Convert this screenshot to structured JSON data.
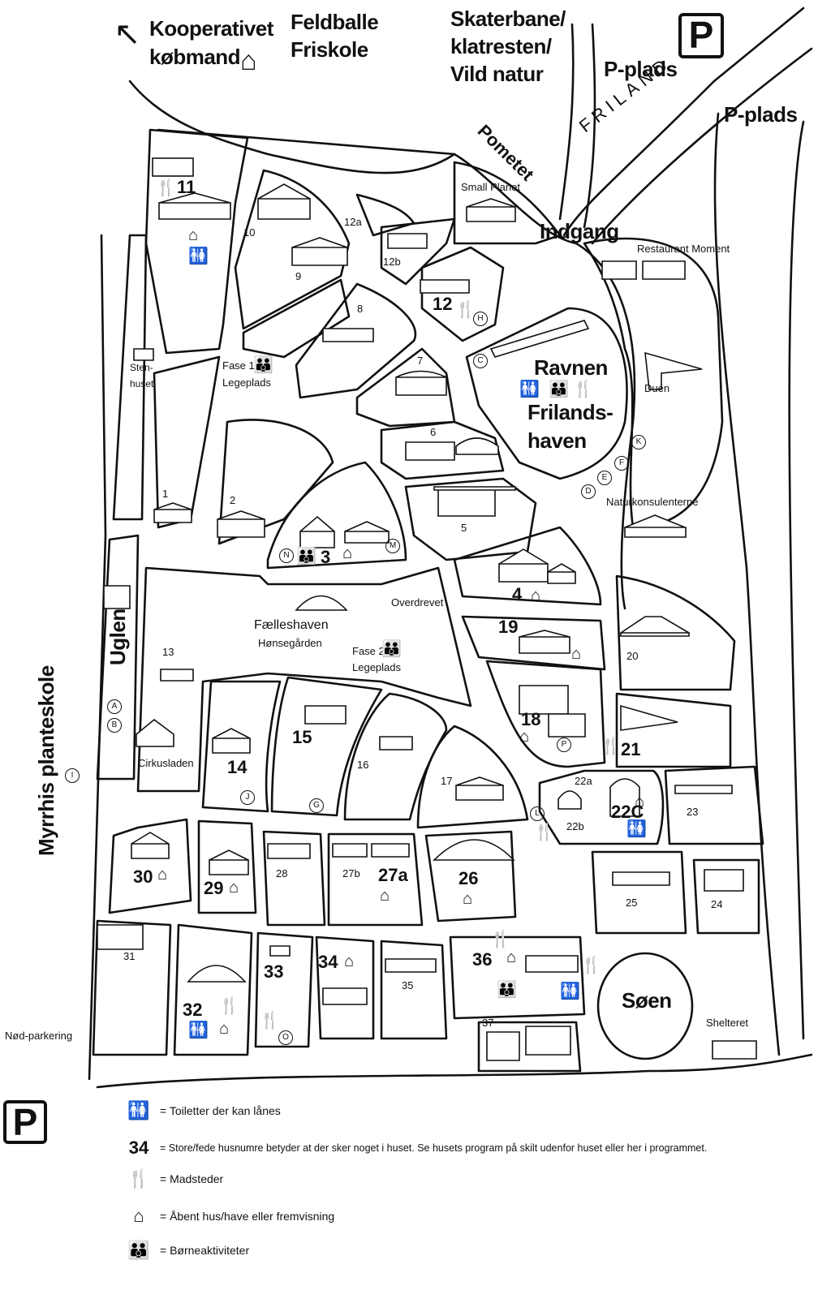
{
  "top_labels": {
    "kooperativet": "Kooperativet",
    "kobmand": "købmand",
    "feldballe": "Feldballe",
    "friskole": "Friskole",
    "skaterbane": "Skaterbane/",
    "klatresten": "klatresten/",
    "vild_natur": "Vild natur",
    "p_plads_1": "P-plads",
    "p_plads_2": "P-plads",
    "p_sign": "P",
    "frilandroad": "FRILAND",
    "pometet": "Pometet",
    "indgang": "Indgang"
  },
  "places": {
    "small_planet": "Small Planet",
    "restaurant_moment": "Restaurant Moment",
    "ravnen": "Ravnen",
    "frilandshaven_1": "Frilands-",
    "frilandshaven_2": "haven",
    "duen": "Duen",
    "naturkonsulenterne": "Naturkonsulenterne",
    "stenhuset_1": "Sten-",
    "stenhuset_2": "huset",
    "fase1_1": "Fase 1",
    "fase1_2": "Legeplads",
    "overdrevet": "Overdrevet",
    "faelleshaven": "Fælleshaven",
    "honsegarden": "Hønsegården",
    "fase2_1": "Fase 2",
    "fase2_2": "Legeplads",
    "uglen": "Uglen",
    "cirkusladen": "Cirkusladen",
    "myrrhis": "Myrrhis planteskole",
    "nod_parkering": "Nød-parkering",
    "soen": "Søen",
    "shelteret": "Shelteret"
  },
  "house_numbers": {
    "n1": "1",
    "n2": "2",
    "n3": "3",
    "n4": "4",
    "n5": "5",
    "n6": "6",
    "n7": "7",
    "n8": "8",
    "n9": "9",
    "n10": "10",
    "n11": "11",
    "n12": "12",
    "n12a": "12a",
    "n12b": "12b",
    "n13": "13",
    "n14": "14",
    "n15": "15",
    "n16": "16",
    "n17": "17",
    "n18": "18",
    "n19": "19",
    "n20": "20",
    "n21": "21",
    "n22a": "22a",
    "n22b": "22b",
    "n22c": "22C",
    "n23": "23",
    "n24": "24",
    "n25": "25",
    "n26": "26",
    "n27a": "27a",
    "n27b": "27b",
    "n28": "28",
    "n29": "29",
    "n30": "30",
    "n31": "31",
    "n32": "32",
    "n33": "33",
    "n34": "34",
    "n35": "35",
    "n36": "36",
    "n37": "37"
  },
  "circle_letters": {
    "A": "A",
    "B": "B",
    "C": "C",
    "D": "D",
    "E": "E",
    "F": "F",
    "G": "G",
    "H": "H",
    "I": "I",
    "J": "J",
    "K": "K",
    "L": "L",
    "M": "M",
    "N": "N",
    "O": "O",
    "P": "P"
  },
  "legend": {
    "toilet_text": "= Toiletter der kan lånes",
    "bold_number": "34",
    "bold_text": "= Store/fede husnumre betyder at der sker noget i huset. Se husets program på skilt udenfor huset eller her i programmet.",
    "food_text": "= Madsteder",
    "open_text": "= Åbent hus/have eller fremvisning",
    "kids_text": "= Børneaktiviteter",
    "p_sign": "P"
  },
  "icons": {
    "toilet": "toilet-icon",
    "food": "food-icon",
    "house": "house-icon",
    "kids": "kids-icon",
    "arrow": "arrow-up-left-icon",
    "parking": "parking-icon"
  }
}
